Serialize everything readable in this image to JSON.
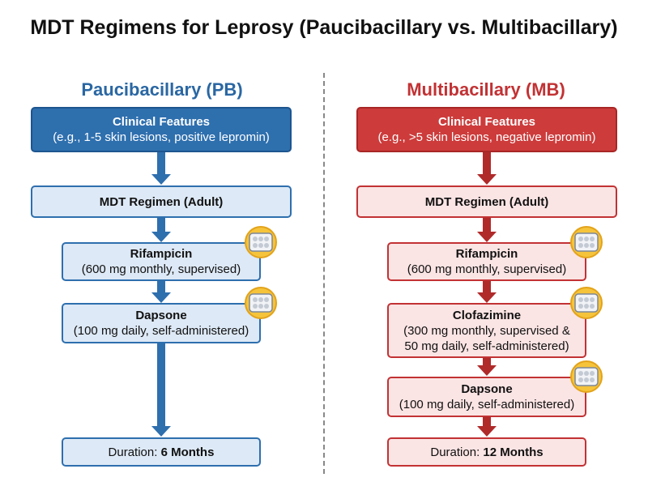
{
  "title": "MDT Regimens for Leprosy (Paucibacillary vs. Multibacillary)",
  "pb": {
    "heading": "Paucibacillary (PB)",
    "clinical": {
      "title": "Clinical Features",
      "detail": "(e.g., 1-5 skin lesions, positive lepromin)"
    },
    "regimen": "MDT Regimen (Adult)",
    "drugs": [
      {
        "name": "Rifampicin",
        "detail": "(600 mg monthly, supervised)"
      },
      {
        "name": "Dapsone",
        "detail": "(100 mg daily, self-administered)"
      }
    ],
    "duration": {
      "label": "Duration: ",
      "value": "6 Months"
    }
  },
  "mb": {
    "heading": "Multibacillary (MB)",
    "clinical": {
      "title": "Clinical Features",
      "detail": "(e.g., >5 skin lesions, negative lepromin)"
    },
    "regimen": "MDT Regimen (Adult)",
    "drugs": [
      {
        "name": "Rifampicin",
        "detail": "(600 mg monthly, supervised)"
      },
      {
        "name": "Clofazimine",
        "detail": "(300 mg monthly, supervised &",
        "detail2": "50 mg daily, self-administered)"
      },
      {
        "name": "Dapsone",
        "detail": "(100 mg daily, self-administered)"
      }
    ],
    "duration": {
      "label": "Duration: ",
      "value": "12 Months"
    }
  },
  "colors": {
    "pb_primary": "#2e6fae",
    "pb_light": "#dde9f6",
    "mb_primary": "#cd3b3b",
    "mb_light": "#fbe4e4",
    "pill": "#f6c43b"
  },
  "icons": [
    "pill-pack-icon"
  ]
}
